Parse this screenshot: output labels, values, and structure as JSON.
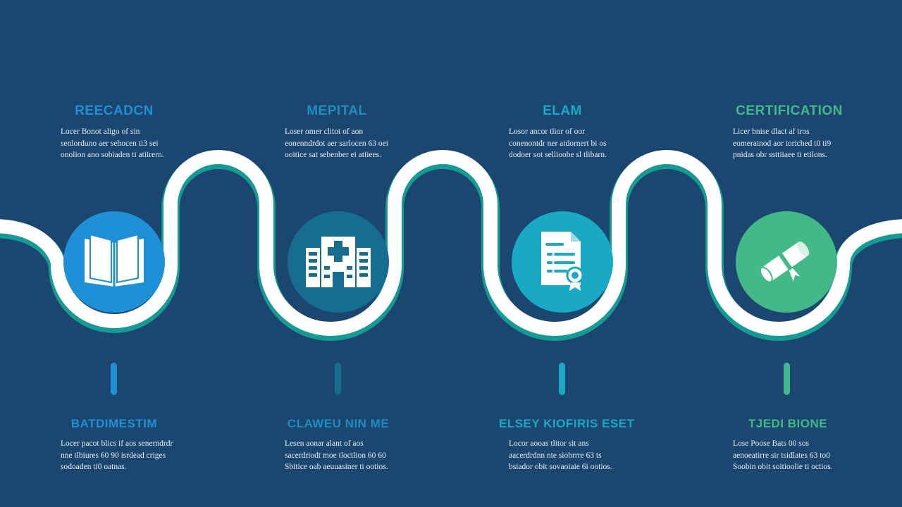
{
  "steps": [
    {
      "title": "REECADCN",
      "body": "Locer Bonot aligo of sin senlorduno aer sehocen ti3 sei onolion ano sobiaden ti atiirern.",
      "accent": "#1f8fd6",
      "icon": "open-book-icon",
      "sub_title": "BATDIMESTIM",
      "sub_body": "Locer pacot blics if aos senerndrdr nne tlbiures 60 90 isrdead criges sodoaden ti0 oatnas."
    },
    {
      "title": "MEPITAL",
      "body": "Loser omer clitot of aon eonenndrdot aer sarlocen 63 oei ooitice sat sebenber ei atiiees.",
      "accent": "#1c7fa8",
      "icon": "hospital-icon",
      "sub_title": "CLAWEU NIN ME",
      "sub_body": "Lesen aonar alant of aos sacerdriodt moe tloctlion 60 60 Sbitice oab aeuuasiner ti ootios."
    },
    {
      "title": "ELAM",
      "body": "Losor ancor tlior of oor conenontdr ner aidornert bi os dodoer sot sellioobe sl tlibarn.",
      "accent": "#1aa9c4",
      "icon": "exam-document-icon",
      "sub_title": "ELSEY KIOFIRIS ESET",
      "sub_body": "Locor aooas tlitor sit ans aacerdrdnn nte siobrrre 63 ts bsiador obit sovaoiaie 6i ootios."
    },
    {
      "title": "CERTIFICATION",
      "body": "Licer bnise dlact af tros eomeratnod aor toriched t0 ti9 pnidas obr ssttiiaee ti etilons.",
      "accent": "#43b98a",
      "icon": "diploma-icon",
      "sub_title": "TJEDI BIONE",
      "sub_body": "Lose Poose Bats 00 sos aenoeatirre sir tsidlates 63 to0 Soobin obit soitioolie ti octios."
    }
  ]
}
